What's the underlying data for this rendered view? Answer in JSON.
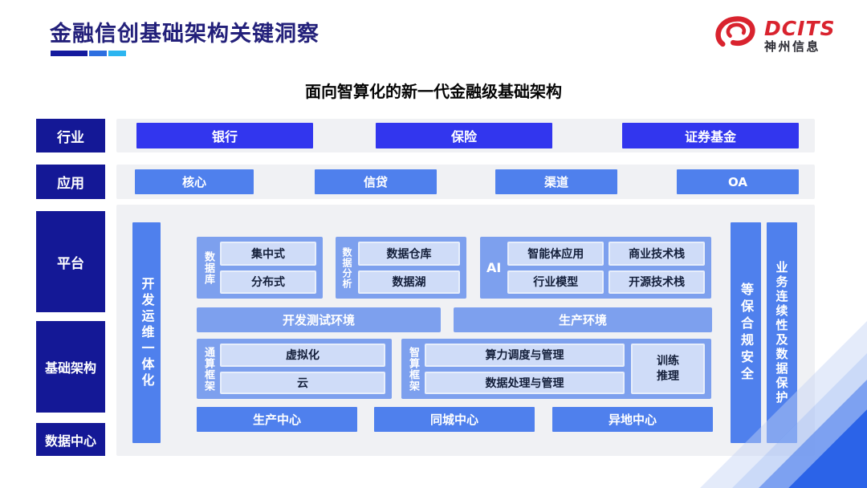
{
  "header": {
    "title": "金融信创基础架构关键洞察",
    "logo": {
      "brand": "DCITS",
      "company": "神州信息"
    }
  },
  "diagram": {
    "subtitle": "面向智算化的新一代金融级基础架构",
    "row_labels": {
      "industry": "行业",
      "application": "应用",
      "platform": "平台",
      "infrastructure": "基础架构",
      "datacenter": "数据中心"
    },
    "industry": {
      "items": [
        "银行",
        "保险",
        "证券基金"
      ]
    },
    "application": {
      "items": [
        "核心",
        "信贷",
        "渠道",
        "OA"
      ]
    },
    "platform": {
      "devops_bar": "开发运维一体化",
      "security_bar": "等保合规安全",
      "continuity_bar": "业务连续性及数据保护",
      "database": {
        "label": "数据库",
        "items": [
          "集中式",
          "分布式"
        ]
      },
      "analytics": {
        "label": "数据分析",
        "items": [
          "数据仓库",
          "数据湖"
        ]
      },
      "ai": {
        "label": "AI",
        "items": [
          "智能体应用",
          "商业技术栈",
          "行业模型",
          "开源技术栈"
        ]
      },
      "environments": {
        "items": [
          "开发测试环境",
          "生产环境"
        ]
      }
    },
    "infrastructure": {
      "general_compute": {
        "label": "通算框架",
        "items": [
          "虚拟化",
          "云"
        ]
      },
      "intelligent_compute": {
        "label": "智算框架",
        "items": [
          "算力调度与管理",
          "数据处理与管理"
        ],
        "side_item": "训练\n推理"
      }
    },
    "datacenter": {
      "items": [
        "生产中心",
        "同城中心",
        "异地中心"
      ]
    }
  },
  "colors": {
    "accent_navy": "#141896",
    "accent_strong_blue": "#3236ee",
    "accent_medium_blue": "#4f80ed",
    "accent_light_blue": "#7da0ee",
    "chip_bg": "#cfdcf8",
    "lane_bg": "#f0f1f4",
    "logo_red": "#d9232e"
  }
}
